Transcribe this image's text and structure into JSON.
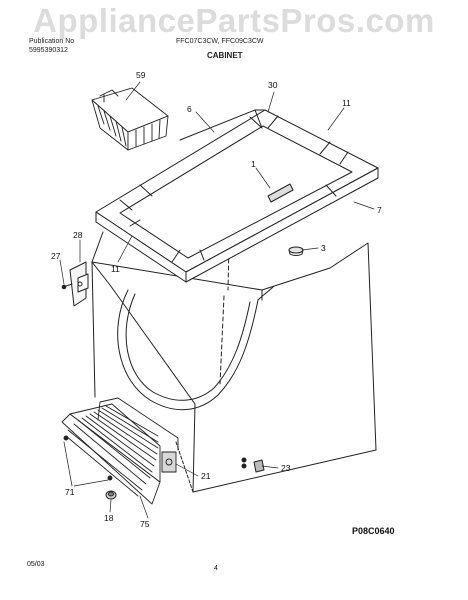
{
  "watermark": "AppliancePartsPros.com",
  "header": {
    "publication_label": "Publication No",
    "publication_number": "5995390312",
    "model_list": "FFC07C3CW, FFC09C3CW",
    "section_title": "CABINET"
  },
  "callouts": [
    {
      "id": "59",
      "label": "59"
    },
    {
      "id": "30",
      "label": "30"
    },
    {
      "id": "6",
      "label": "6"
    },
    {
      "id": "11a",
      "label": "11"
    },
    {
      "id": "1",
      "label": "1"
    },
    {
      "id": "7",
      "label": "7"
    },
    {
      "id": "3",
      "label": "3"
    },
    {
      "id": "28",
      "label": "28"
    },
    {
      "id": "27",
      "label": "27"
    },
    {
      "id": "11b",
      "label": "11"
    },
    {
      "id": "21",
      "label": "21"
    },
    {
      "id": "23",
      "label": "23"
    },
    {
      "id": "71",
      "label": "71"
    },
    {
      "id": "18",
      "label": "18"
    },
    {
      "id": "75",
      "label": "75"
    }
  ],
  "diagram_code": "P08C0640",
  "footer": {
    "date": "05/03",
    "page": "4"
  }
}
